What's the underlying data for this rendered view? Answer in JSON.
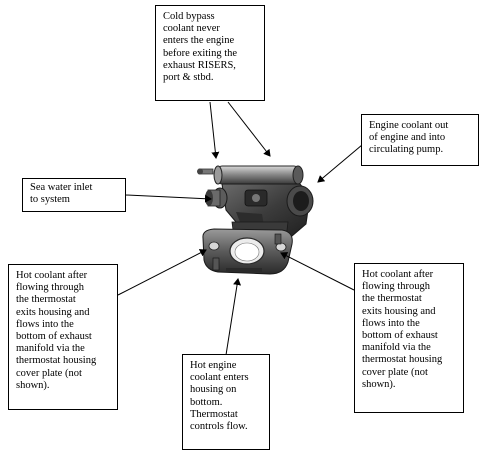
{
  "callouts": {
    "bypass": "Cold bypass\ncoolant never\nenters the engine\nbefore exiting the\nexhaust RISERS,\nport & stbd.",
    "engine_out": "Engine coolant out\nof engine and into\ncirculating pump.",
    "sea_water": "Sea water inlet\nto system",
    "hot_left": "Hot coolant after\nflowing through\nthe thermostat\nexits housing and\nflows into the\nbottom of exhaust\nmanifold via the\nthermostat housing\ncover plate (not\nshown).",
    "hot_right": "Hot coolant after\nflowing through\nthe thermostat\nexits housing and\nflows into the\nbottom of exhaust\nmanifold via the\nthermostat housing\ncover plate (not\nshown).",
    "hot_bottom": "Hot engine\ncoolant enters\nhousing on\nbottom.\nThermostat\ncontrols flow."
  },
  "colors": {
    "metal_dark": "#2e2e2e",
    "metal_mid": "#555555",
    "metal_light": "#8a8a8a",
    "highlight": "#bdbdbd",
    "line": "#000000"
  }
}
